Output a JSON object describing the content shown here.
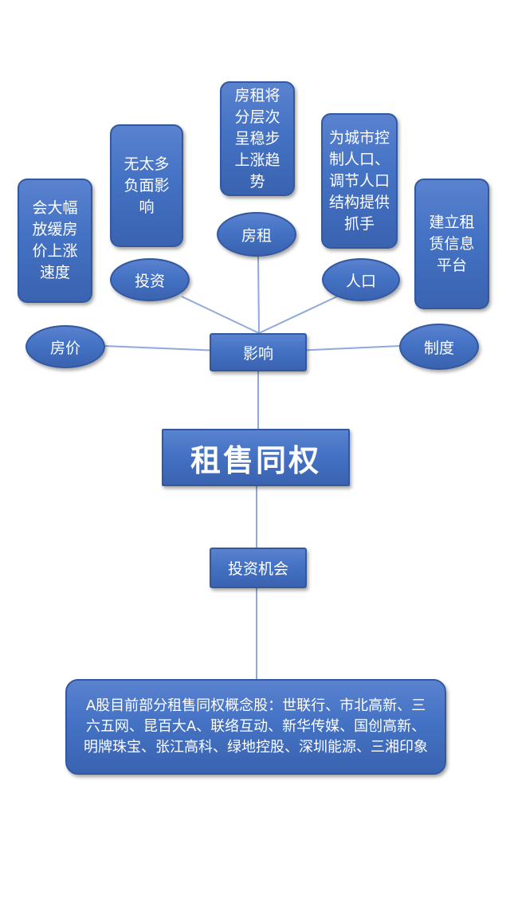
{
  "center": {
    "label": "租售同权"
  },
  "impact": {
    "label": "影响"
  },
  "opportunity": {
    "label": "投资机会"
  },
  "factors": {
    "price": "房价",
    "invest": "投资",
    "rent": "房租",
    "population": "人口",
    "system": "制度"
  },
  "cards": {
    "price": "会大幅放缓房价上涨速度",
    "invest": "无太多负面影响",
    "rent": "房租将分层次呈稳步上涨趋势",
    "population": "为城市控制人口、调节人口结构提供抓手",
    "system": "建立租赁信息平台"
  },
  "stocks": {
    "text": "A股目前部分租售同权概念股：世联行、市北高新、三六五网、昆百大A、联络互动、新华传媒、国创高新、明牌珠宝、张江高科、绿地控股、深圳能源、三湘印象"
  },
  "colors": {
    "fill": "#4472c4",
    "border": "#3258a0",
    "line": "#8eaadb"
  }
}
